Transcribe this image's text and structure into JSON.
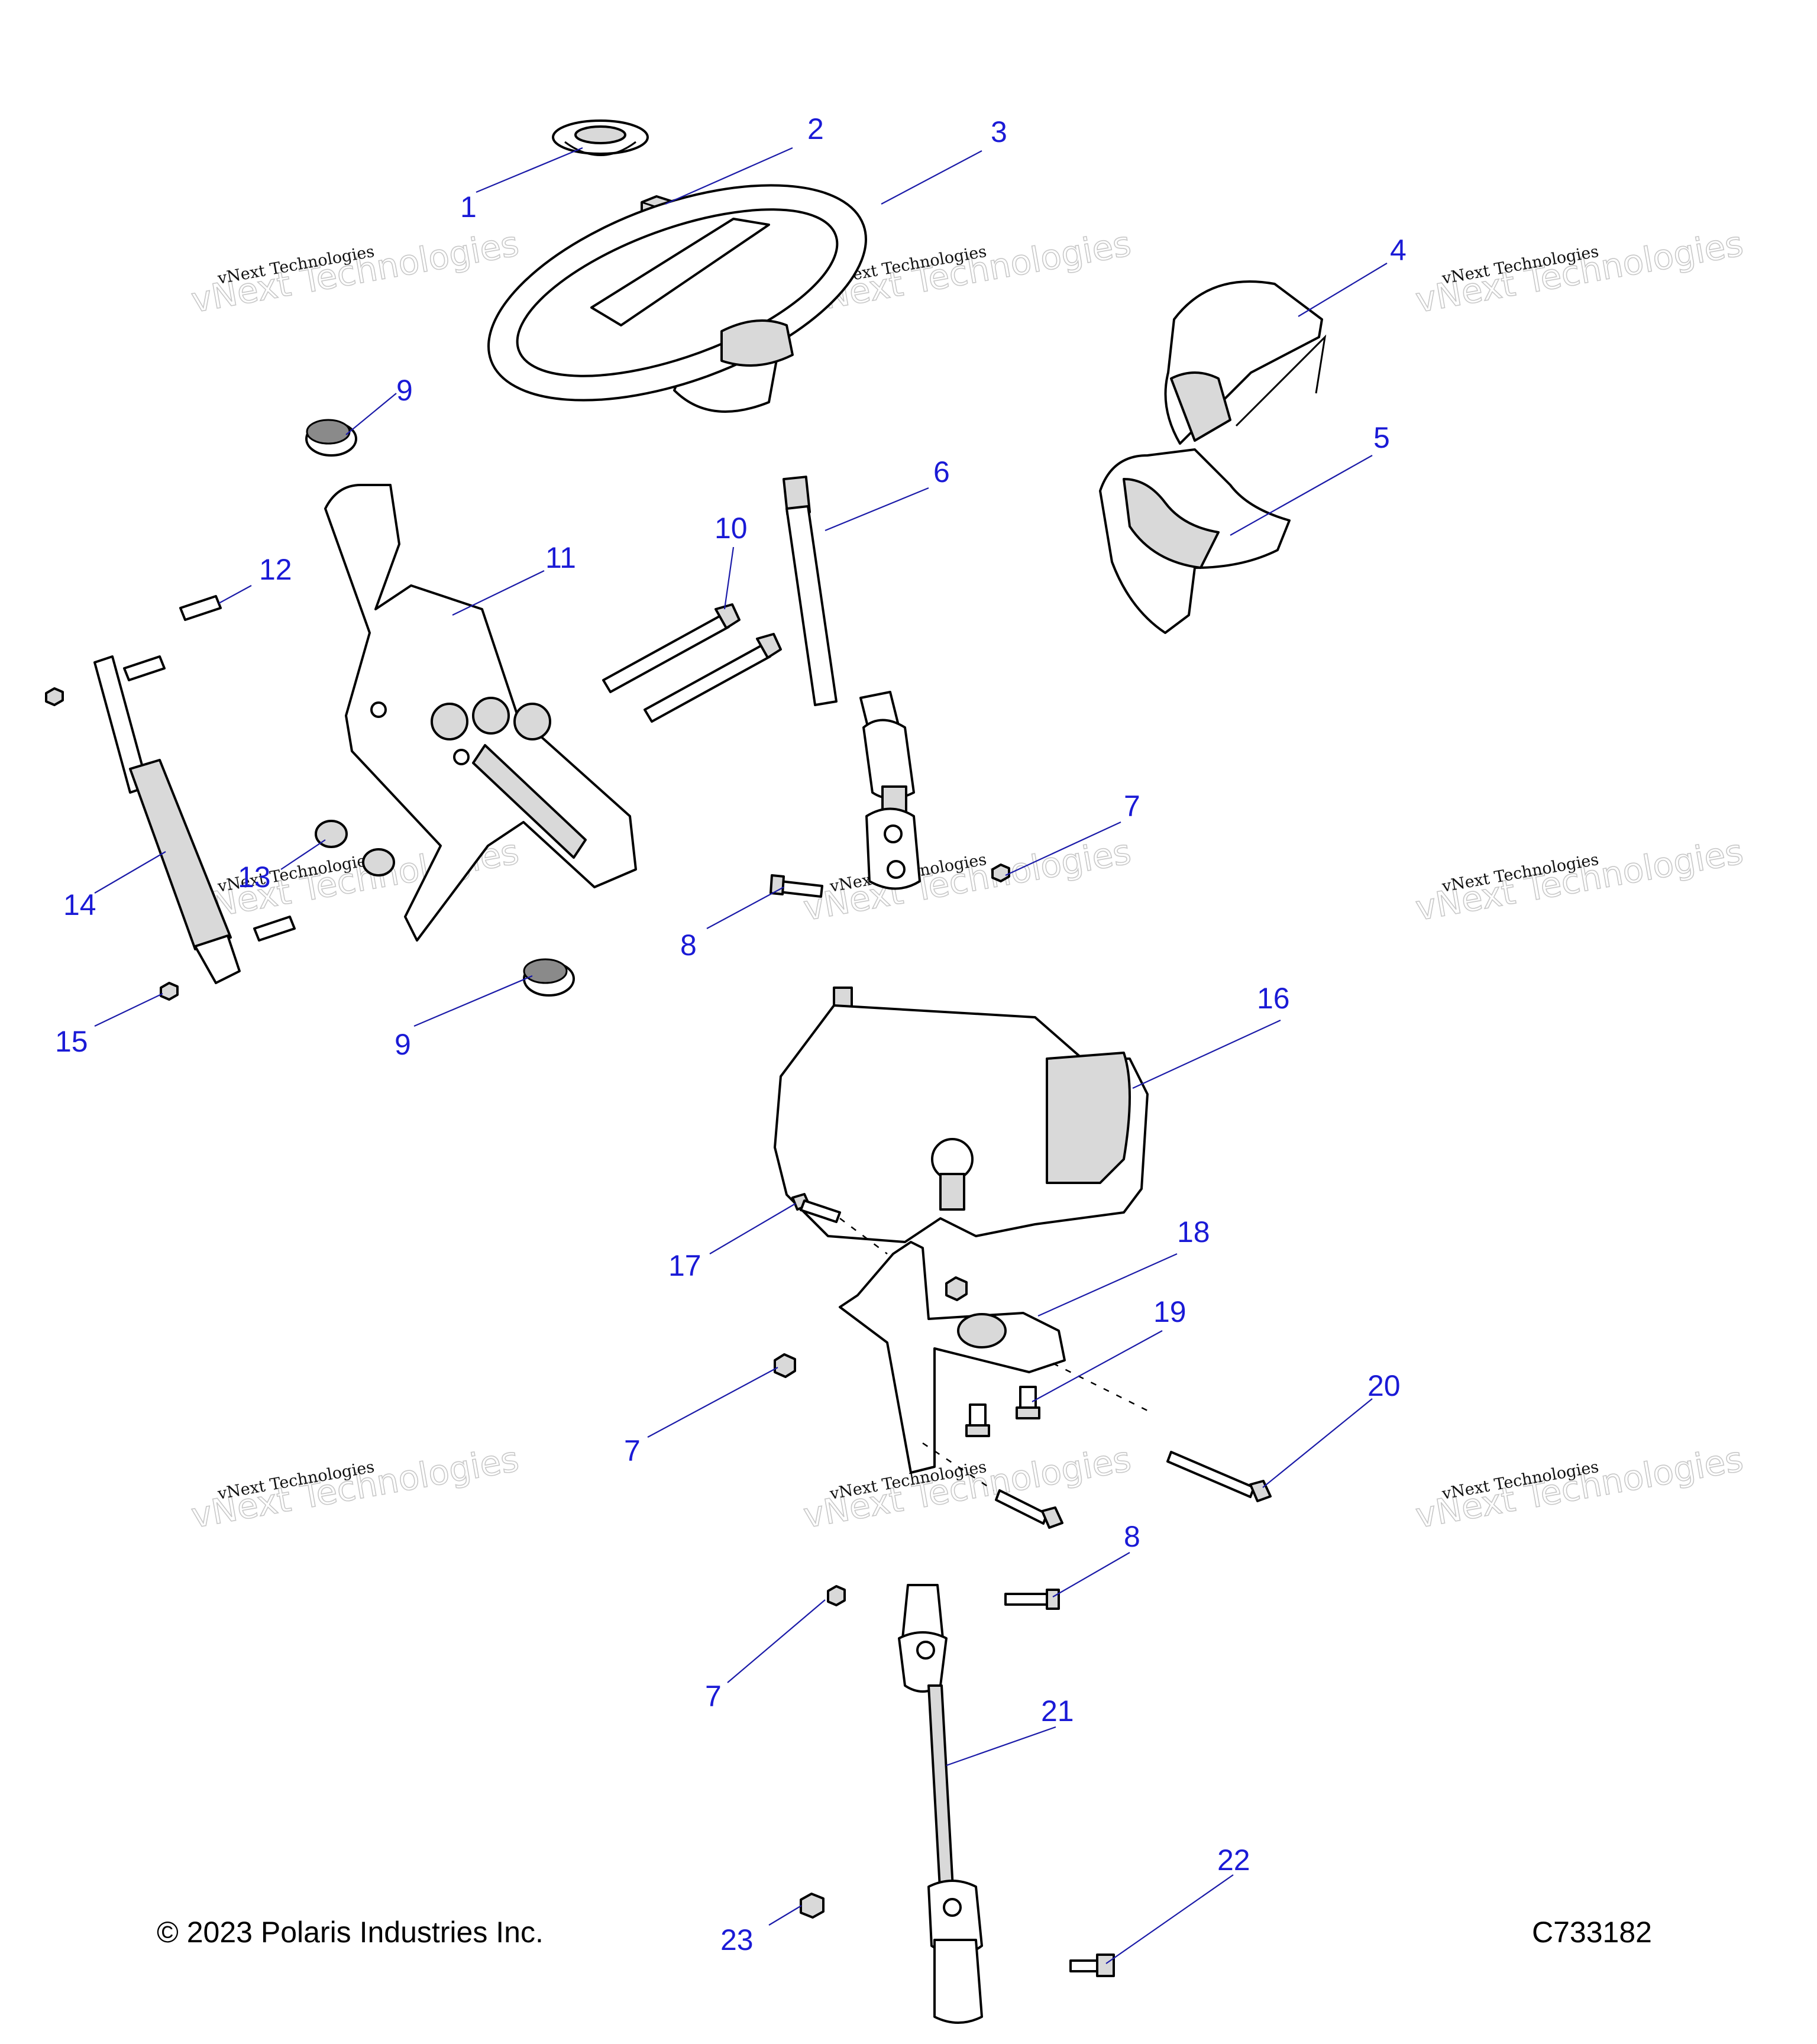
{
  "copyright": "© 2023 Polaris Industries Inc.",
  "drawing_number": "C733182",
  "watermark": {
    "line1": "vNext Technologies",
    "line2": "vNext Technologies"
  },
  "callouts": {
    "c1": "1",
    "c2": "2",
    "c3": "3",
    "c4": "4",
    "c5": "5",
    "c6": "6",
    "c7a": "7",
    "c7b": "7",
    "c7c": "7",
    "c8a": "8",
    "c8b": "8",
    "c9a": "9",
    "c9b": "9",
    "c10": "10",
    "c11": "11",
    "c12": "12",
    "c13": "13",
    "c14": "14",
    "c15": "15",
    "c16": "16",
    "c17": "17",
    "c18": "18",
    "c19": "19",
    "c20": "20",
    "c21": "21",
    "c22": "22",
    "c23": "23"
  },
  "colors": {
    "callout": "#1a1ad6",
    "leader": "#1a1aa8",
    "line_art": "#000000"
  }
}
